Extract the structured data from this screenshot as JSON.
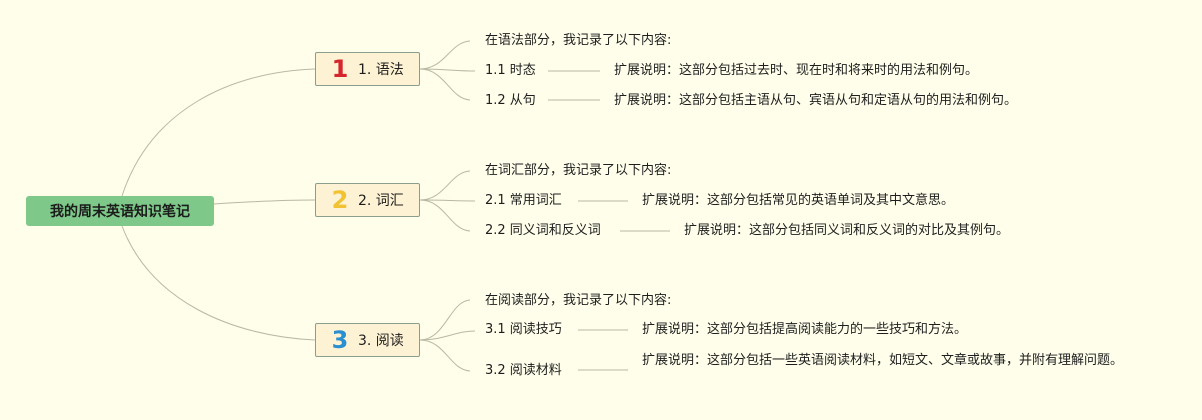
{
  "root": {
    "label": "我的周末英语知识笔记"
  },
  "branches": [
    {
      "number": "1",
      "label": "1. 语法",
      "color": "#d5262e",
      "intro": "在语法部分，我记录了以下内容:",
      "items": [
        {
          "label": "1.1 时态",
          "note": "扩展说明：这部分包括过去时、现在时和将来时的用法和例句。"
        },
        {
          "label": "1.2 从句",
          "note": "扩展说明：这部分包括主语从句、宾语从句和定语从句的用法和例句。"
        }
      ]
    },
    {
      "number": "2",
      "label": "2. 词汇",
      "color": "#f1c232",
      "intro": "在词汇部分，我记录了以下内容:",
      "items": [
        {
          "label": "2.1 常用词汇",
          "note": "扩展说明：这部分包括常见的英语单词及其中文意思。"
        },
        {
          "label": "2.2 同义词和反义词",
          "note": "扩展说明：这部分包括同义词和反义词的对比及其例句。"
        }
      ]
    },
    {
      "number": "3",
      "label": "3. 阅读",
      "color": "#2a8fd1",
      "intro": "在阅读部分，我记录了以下内容:",
      "items": [
        {
          "label": "3.1 阅读技巧",
          "note": "扩展说明：这部分包括提高阅读能力的一些技巧和方法。"
        },
        {
          "label": "3.2 阅读材料",
          "note": "扩展说明：这部分包括一些英语阅读材料，如短文、文章或故事，并附有理解问题。"
        }
      ]
    }
  ],
  "colors": {
    "background": "#fefeea",
    "root_fill": "#7ec889",
    "branch_fill": "#fdf2d3",
    "connector": "#b8b8a4"
  }
}
